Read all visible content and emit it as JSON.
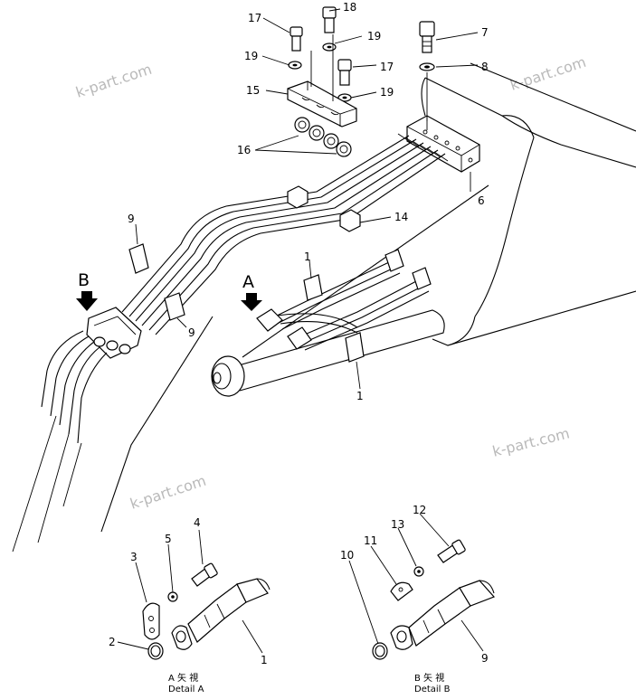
{
  "watermarks": [
    "k-part.com",
    "k-part.com",
    "k-part.com",
    "k-part.com"
  ],
  "view_markers": {
    "a": "A",
    "b": "B"
  },
  "callouts": {
    "c1_top": "1",
    "c1_mid": "1",
    "c1_detail": "1",
    "c2": "2",
    "c3": "3",
    "c4": "4",
    "c5": "5",
    "c6": "6",
    "c7": "7",
    "c8": "8",
    "c9_left": "9",
    "c9_low": "9",
    "c9_detail": "9",
    "c10": "10",
    "c11": "11",
    "c12": "12",
    "c13": "13",
    "c14": "14",
    "c15": "15",
    "c16": "16",
    "c17_left": "17",
    "c17_right": "17",
    "c18": "18",
    "c19_left": "19",
    "c19_top": "19",
    "c19_right": "19"
  },
  "details": {
    "a_line1": "A  矢 視",
    "a_line2": "Detail  A",
    "b_line1": "B  矢 視",
    "b_line2": "Detail  B"
  }
}
